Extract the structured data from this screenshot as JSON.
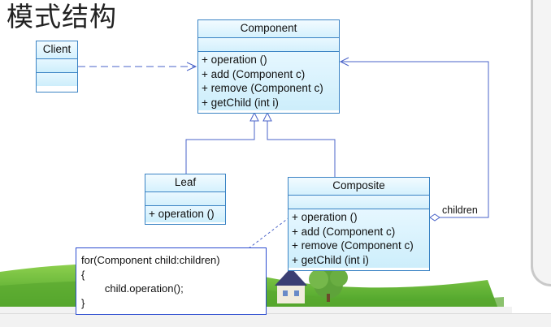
{
  "title": "模式结构",
  "classes": {
    "client": {
      "name": "Client"
    },
    "component": {
      "name": "Component",
      "operations": [
        "+  operation ()",
        "+  add (Component c)",
        "+  remove (Component c)",
        "+  getChild (int i)"
      ]
    },
    "leaf": {
      "name": "Leaf",
      "operations": [
        "+  operation ()"
      ]
    },
    "composite": {
      "name": "Composite",
      "operations": [
        "+  operation ()",
        "+  add (Component c)",
        "+  remove (Component c)",
        "+  getChild (int i)"
      ]
    }
  },
  "association": {
    "role": "children"
  },
  "note": {
    "lines": [
      "for(Component child:children)",
      "{",
      "        child.operation();",
      "}"
    ]
  },
  "colors": {
    "uml_border": "#3a83c4",
    "connector": "#4a63c8",
    "note_border": "#2a4bd0"
  }
}
